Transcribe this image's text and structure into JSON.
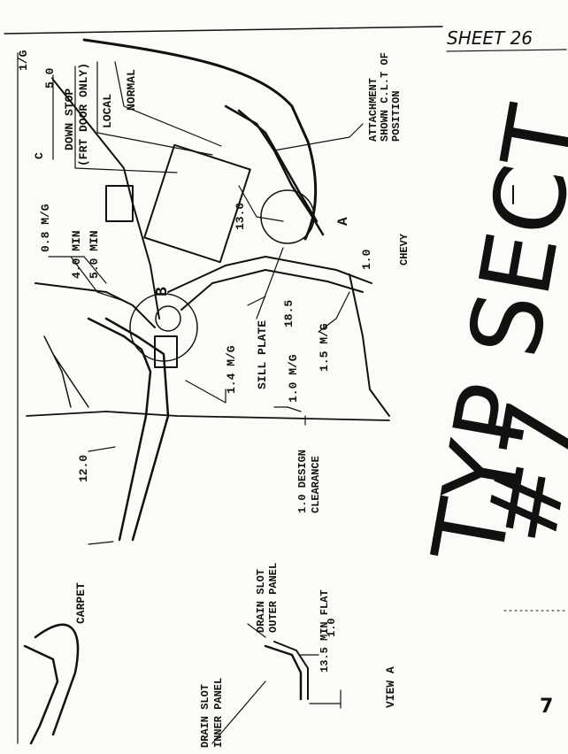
{
  "sheet": {
    "number": "SHEET 26",
    "title_line1": "TYP SECT",
    "title_line2": "#7",
    "page_mark": "7"
  },
  "labels": {
    "vg": "1/G",
    "c_mark": "C",
    "dim_5_0": "5.0",
    "down_stop": "DOWN STOP",
    "frt_door_only": "(FRT DOOR ONLY)",
    "local": "LOCAL",
    "normal": "NORMAL",
    "attachment_1": "ATTACHMENT",
    "attachment_2": "SHOWN C.L.T OF",
    "attachment_3": "POSITION",
    "dim_0_8": "0.8 M/G",
    "dim_4_0": "4.0 MIN",
    "dim_5_0_min": "5.0 MIN",
    "dim_13_0": "13.0",
    "callout_a": "A",
    "callout_b": "B",
    "dim_18_5": "18.5",
    "dim_1_0_chevy": "1.0",
    "chevy": "CHEVY",
    "dim_1_4": "1.4 M/G",
    "sill_plate": "SILL PLATE",
    "dim_1_0_mg": "1.0 M/G",
    "dim_1_5_mg": "1.5 M/G",
    "dim_12_0": "12.0",
    "design_clear_1": "1.0 DESIGN",
    "design_clear_2": "CLEARANCE",
    "carpet": "CARPET",
    "drain_outer_1": "DRAIN SLOT",
    "drain_outer_2": "OUTER PANEL",
    "dim_13_5": "13.5 MIN FLAT",
    "dim_1_0_view": "1.0",
    "drain_inner_1": "DRAIN SLOT",
    "drain_inner_2": "INNER PANEL",
    "view_a": "VIEW A"
  }
}
